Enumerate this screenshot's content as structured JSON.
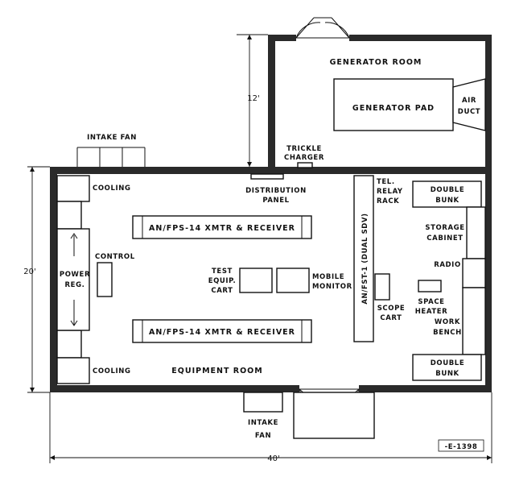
{
  "drawing": {
    "rooms": {
      "generator_room": "GENERATOR ROOM",
      "equipment_room": "EQUIPMENT ROOM"
    },
    "labels": {
      "generator_pad": "GENERATOR PAD",
      "air": "AIR",
      "duct": "DUCT",
      "trickle": "TRICKLE",
      "charger": "CHARGER",
      "intake_fan_top": "INTAKE FAN",
      "intake_bottom_1": "INTAKE",
      "intake_bottom_2": "FAN",
      "cooling_top": "COOLING",
      "cooling_bottom": "COOLING",
      "distribution": "DISTRIBUTION",
      "panel": "PANEL",
      "tel": "TEL.",
      "relay": "RELAY",
      "rack": "RACK",
      "double_bunk_top_1": "DOUBLE",
      "double_bunk_top_2": "BUNK",
      "storage": "STORAGE",
      "cabinet": "CABINET",
      "radio": "RADIO",
      "space": "SPACE",
      "heater": "HEATER",
      "work": "WORK",
      "bench": "BENCH",
      "double_bunk_bottom_1": "DOUBLE",
      "double_bunk_bottom_2": "BUNK",
      "xmtr_top": "AN/FPS-14 XMTR & RECEIVER",
      "xmtr_bottom": "AN/FPS-14 XMTR & RECEIVER",
      "control": "CONTROL",
      "power": "POWER",
      "reg": "REG.",
      "test": "TEST",
      "equip": "EQUIP.",
      "cart": "CART",
      "mobile": "MOBILE",
      "monitor": "MONITOR",
      "fst": "AN/FST-1 (DUAL SDV)",
      "scope": "SCOPE",
      "scope_cart": "CART"
    },
    "dimensions": {
      "gen_height": "12'",
      "room_height": "20'",
      "room_width": "40'"
    },
    "drawing_number": "-E-1398"
  }
}
